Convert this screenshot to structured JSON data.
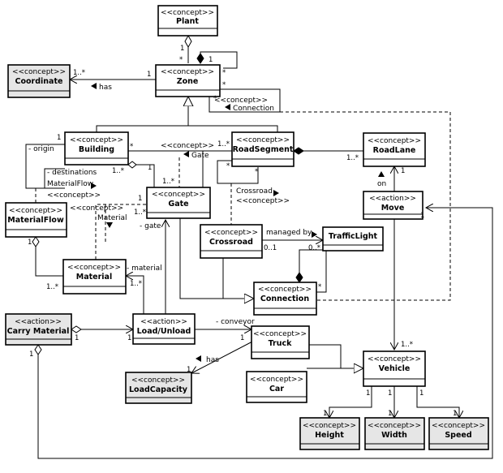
{
  "stereotypes": {
    "concept": "<<concept>>",
    "action": "<<action>>"
  },
  "classes": {
    "plant": {
      "stereotype": "<<concept>>",
      "name": "Plant"
    },
    "zone": {
      "stereotype": "<<concept>>",
      "name": "Zone"
    },
    "coordinate": {
      "stereotype": "<<concept>>",
      "name": "Coordinate"
    },
    "building": {
      "stereotype": "<<concept>>",
      "name": "Building"
    },
    "road_segment": {
      "stereotype": "<<concept>>",
      "name": "RoadSegment"
    },
    "road_lane": {
      "stereotype": "<<concept>>",
      "name": "RoadLane"
    },
    "gate": {
      "stereotype": "<<concept>>",
      "name": "Gate"
    },
    "material_flow": {
      "stereotype": "<<concept>>",
      "name": "MaterialFlow"
    },
    "move": {
      "stereotype": "<<action>>",
      "name": "Move"
    },
    "crossroad": {
      "stereotype": "<<concept>>",
      "name": "Crossroad"
    },
    "traffic_light": {
      "stereotype": "",
      "name": "TrafficLight"
    },
    "material": {
      "stereotype": "<<concept>>",
      "name": "Material"
    },
    "connection": {
      "stereotype": "<<concept>>",
      "name": "Connection"
    },
    "carry_material": {
      "stereotype": "<<action>>",
      "name": "Carry Material"
    },
    "load_unload": {
      "stereotype": "<<action>>",
      "name": "Load/Unload"
    },
    "truck": {
      "stereotype": "<<concept>>",
      "name": "Truck"
    },
    "vehicle": {
      "stereotype": "<<concept>>",
      "name": "Vehicle"
    },
    "load_capacity": {
      "stereotype": "<<concept>>",
      "name": "LoadCapacity"
    },
    "car": {
      "stereotype": "<<concept>>",
      "name": "Car"
    },
    "height": {
      "stereotype": "<<concept>>",
      "name": "Height"
    },
    "width": {
      "stereotype": "<<concept>>",
      "name": "Width"
    },
    "speed": {
      "stereotype": "<<concept>>",
      "name": "Speed"
    }
  },
  "labels": {
    "has_coordinate": "has",
    "connection_stereo": "<<concept>>",
    "connection_name": "Connection",
    "origin": "- origin",
    "destinations": "- destinations",
    "materialflow_rel": "MaterialFlow",
    "materialflow_stereo": "<<concept>>",
    "gate_stereo": "<<concept>>",
    "gate_rel": "Gate",
    "crossroad_rel": "Crossroad",
    "crossroad_stereo": "<<concept>>",
    "material_stereo": "<<concept>>",
    "material_rel": "Material",
    "gate_role": "- gate",
    "material_role": "- material",
    "managed_by": "managed by",
    "on": "on",
    "conveyor": "- conveyor",
    "has_capacity": "has"
  },
  "multiplicities": {
    "plant_zone_diamond": "1",
    "plant_zone_star": "*",
    "zone_self_1": "1",
    "zone_self_star": "*",
    "zone_coord_1": "1",
    "coord_1n": "1..*",
    "zone_conn_star": "*",
    "building_origin_1": "1",
    "building_star": "*",
    "building_dest_1n": "1..*",
    "building_gate_1": "1",
    "gate_building_1n": "1..*",
    "road_gate_1n": "1..*",
    "road_star_left": "*",
    "road_star_right": "*",
    "lane_1n": "1..*",
    "gate_1n_left": "1..*",
    "gate_1_left": "1",
    "mf_1": "1",
    "mat_1n": "1..*",
    "crossroad_01": "0..1",
    "tl_0n": "0..*",
    "conn_star": "*",
    "move_1": "1",
    "loadunload_1n": "1..*",
    "carry_1": "1",
    "carry_1_bottom": "1",
    "load_1_left": "1",
    "load_1_bottom": "1",
    "truck_1": "1",
    "lc_1": "1",
    "vehicle_1n": "1..*",
    "v_h1": "1",
    "v_w1": "1",
    "v_s1": "1",
    "h_1": "1",
    "w_1": "1",
    "s_1": "1"
  }
}
